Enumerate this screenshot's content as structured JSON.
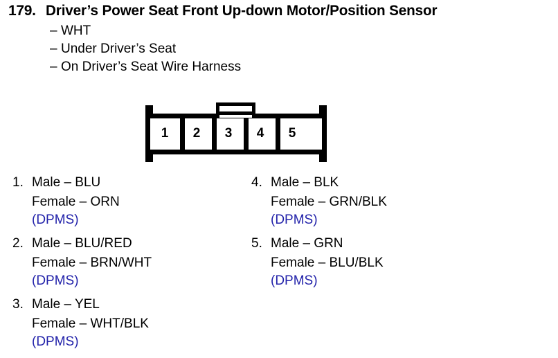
{
  "header": {
    "number": "179.",
    "title": "Driver’s Power Seat Front Up-down Motor/Position Sensor",
    "bullets": [
      {
        "dash": "–",
        "label": "WHT"
      },
      {
        "dash": "–",
        "label": "Under Driver’s Seat"
      },
      {
        "dash": "–",
        "label": "On Driver’s Seat Wire Harness"
      }
    ]
  },
  "connector": {
    "type": "5-cavity-connector",
    "pins": [
      "1",
      "2",
      "3",
      "4",
      "5"
    ],
    "locking_tab_above_pin": "3"
  },
  "pin_list": {
    "left_column": [
      {
        "number": "1.",
        "male": "Male – BLU",
        "female": "Female – ORN",
        "note": "(DPMS)"
      },
      {
        "number": "2.",
        "male": "Male – BLU/RED",
        "female": "Female – BRN/WHT",
        "note": "(DPMS)"
      },
      {
        "number": "3.",
        "male": "Male – YEL",
        "female": "Female – WHT/BLK",
        "note": "(DPMS)"
      }
    ],
    "right_column": [
      {
        "number": "4.",
        "male": "Male – BLK",
        "female": "Female – GRN/BLK",
        "note": "(DPMS)"
      },
      {
        "number": "5.",
        "male": "Male – GRN",
        "female": "Female – BLU/BLK",
        "note": "(DPMS)"
      }
    ]
  },
  "colors": {
    "text": "#000000",
    "note": "#2222aa",
    "diagram_stroke": "#000000",
    "background": "#ffffff"
  }
}
